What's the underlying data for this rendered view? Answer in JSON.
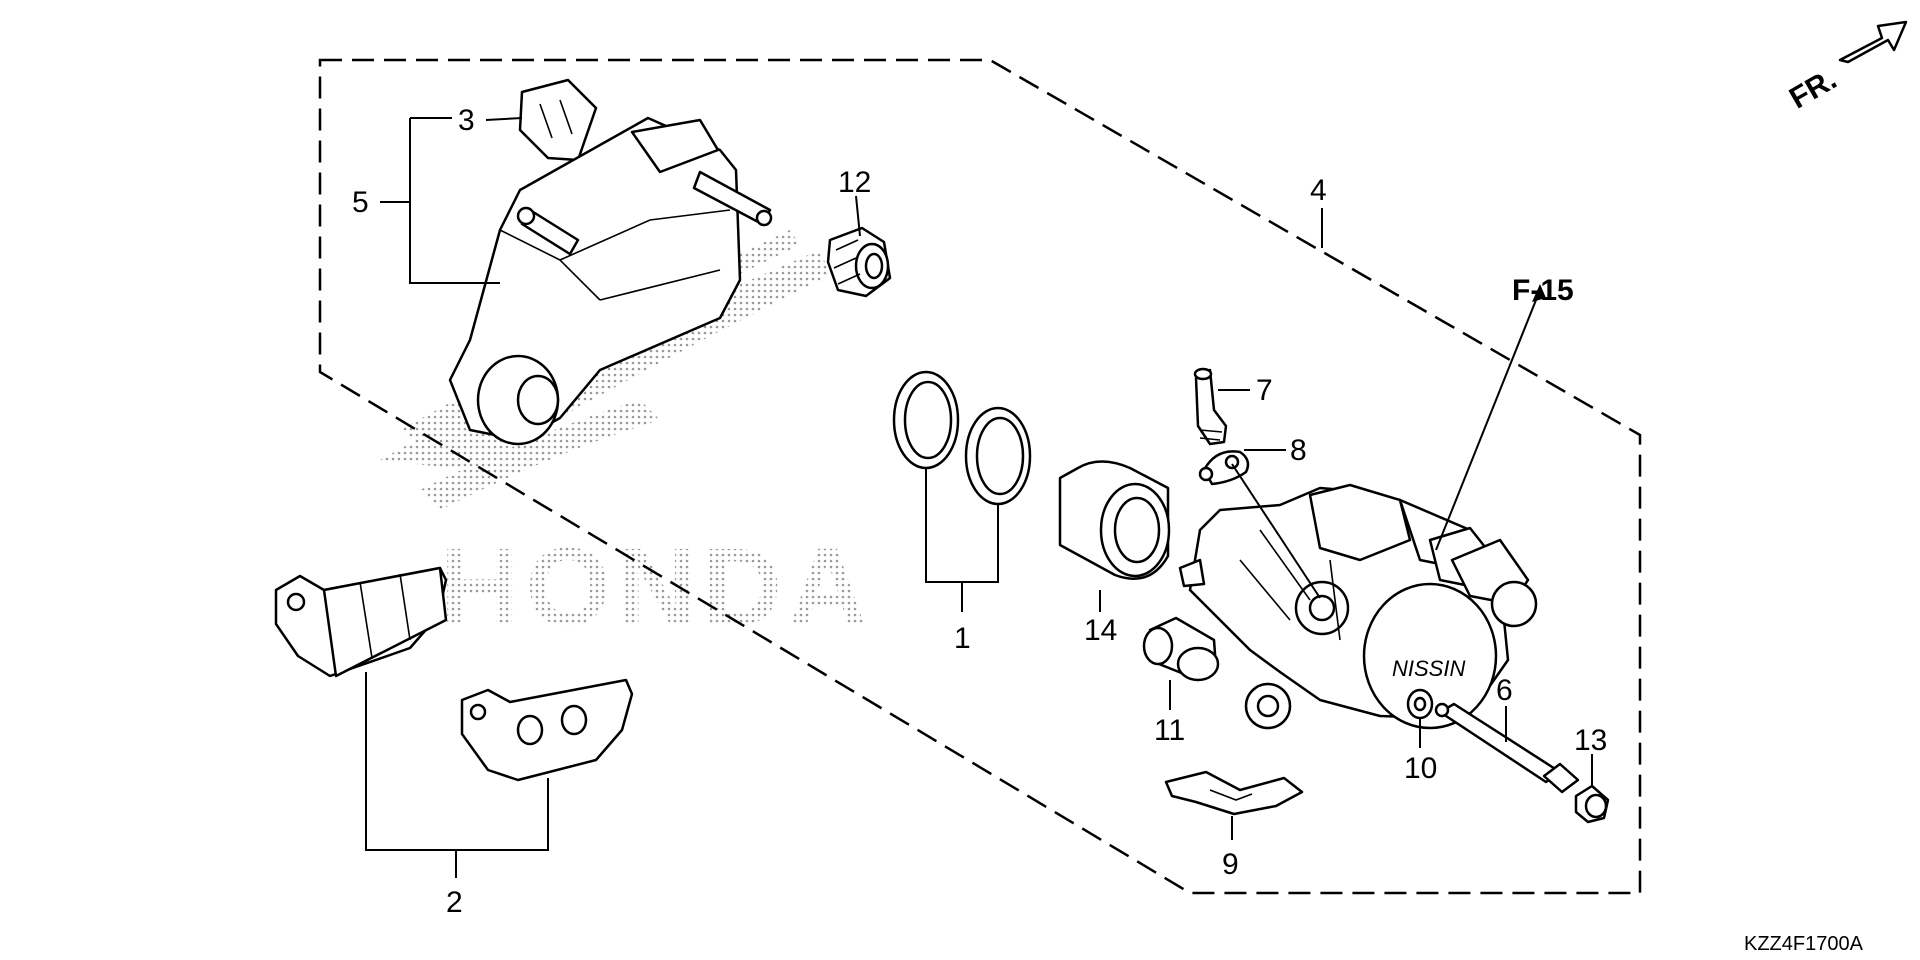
{
  "direction_label": "FR.",
  "reference_callout": "F-15",
  "watermark_text": "HONDA",
  "diagram_code": "KZZ4F1700A",
  "part_numbers": [
    "1",
    "2",
    "3",
    "4",
    "5",
    "6",
    "7",
    "8",
    "9",
    "10",
    "11",
    "12",
    "13",
    "14"
  ],
  "maker_mark": "NISSIN",
  "colors": {
    "line": "#000000",
    "background": "#ffffff",
    "watermark": "#9a9a9a"
  }
}
